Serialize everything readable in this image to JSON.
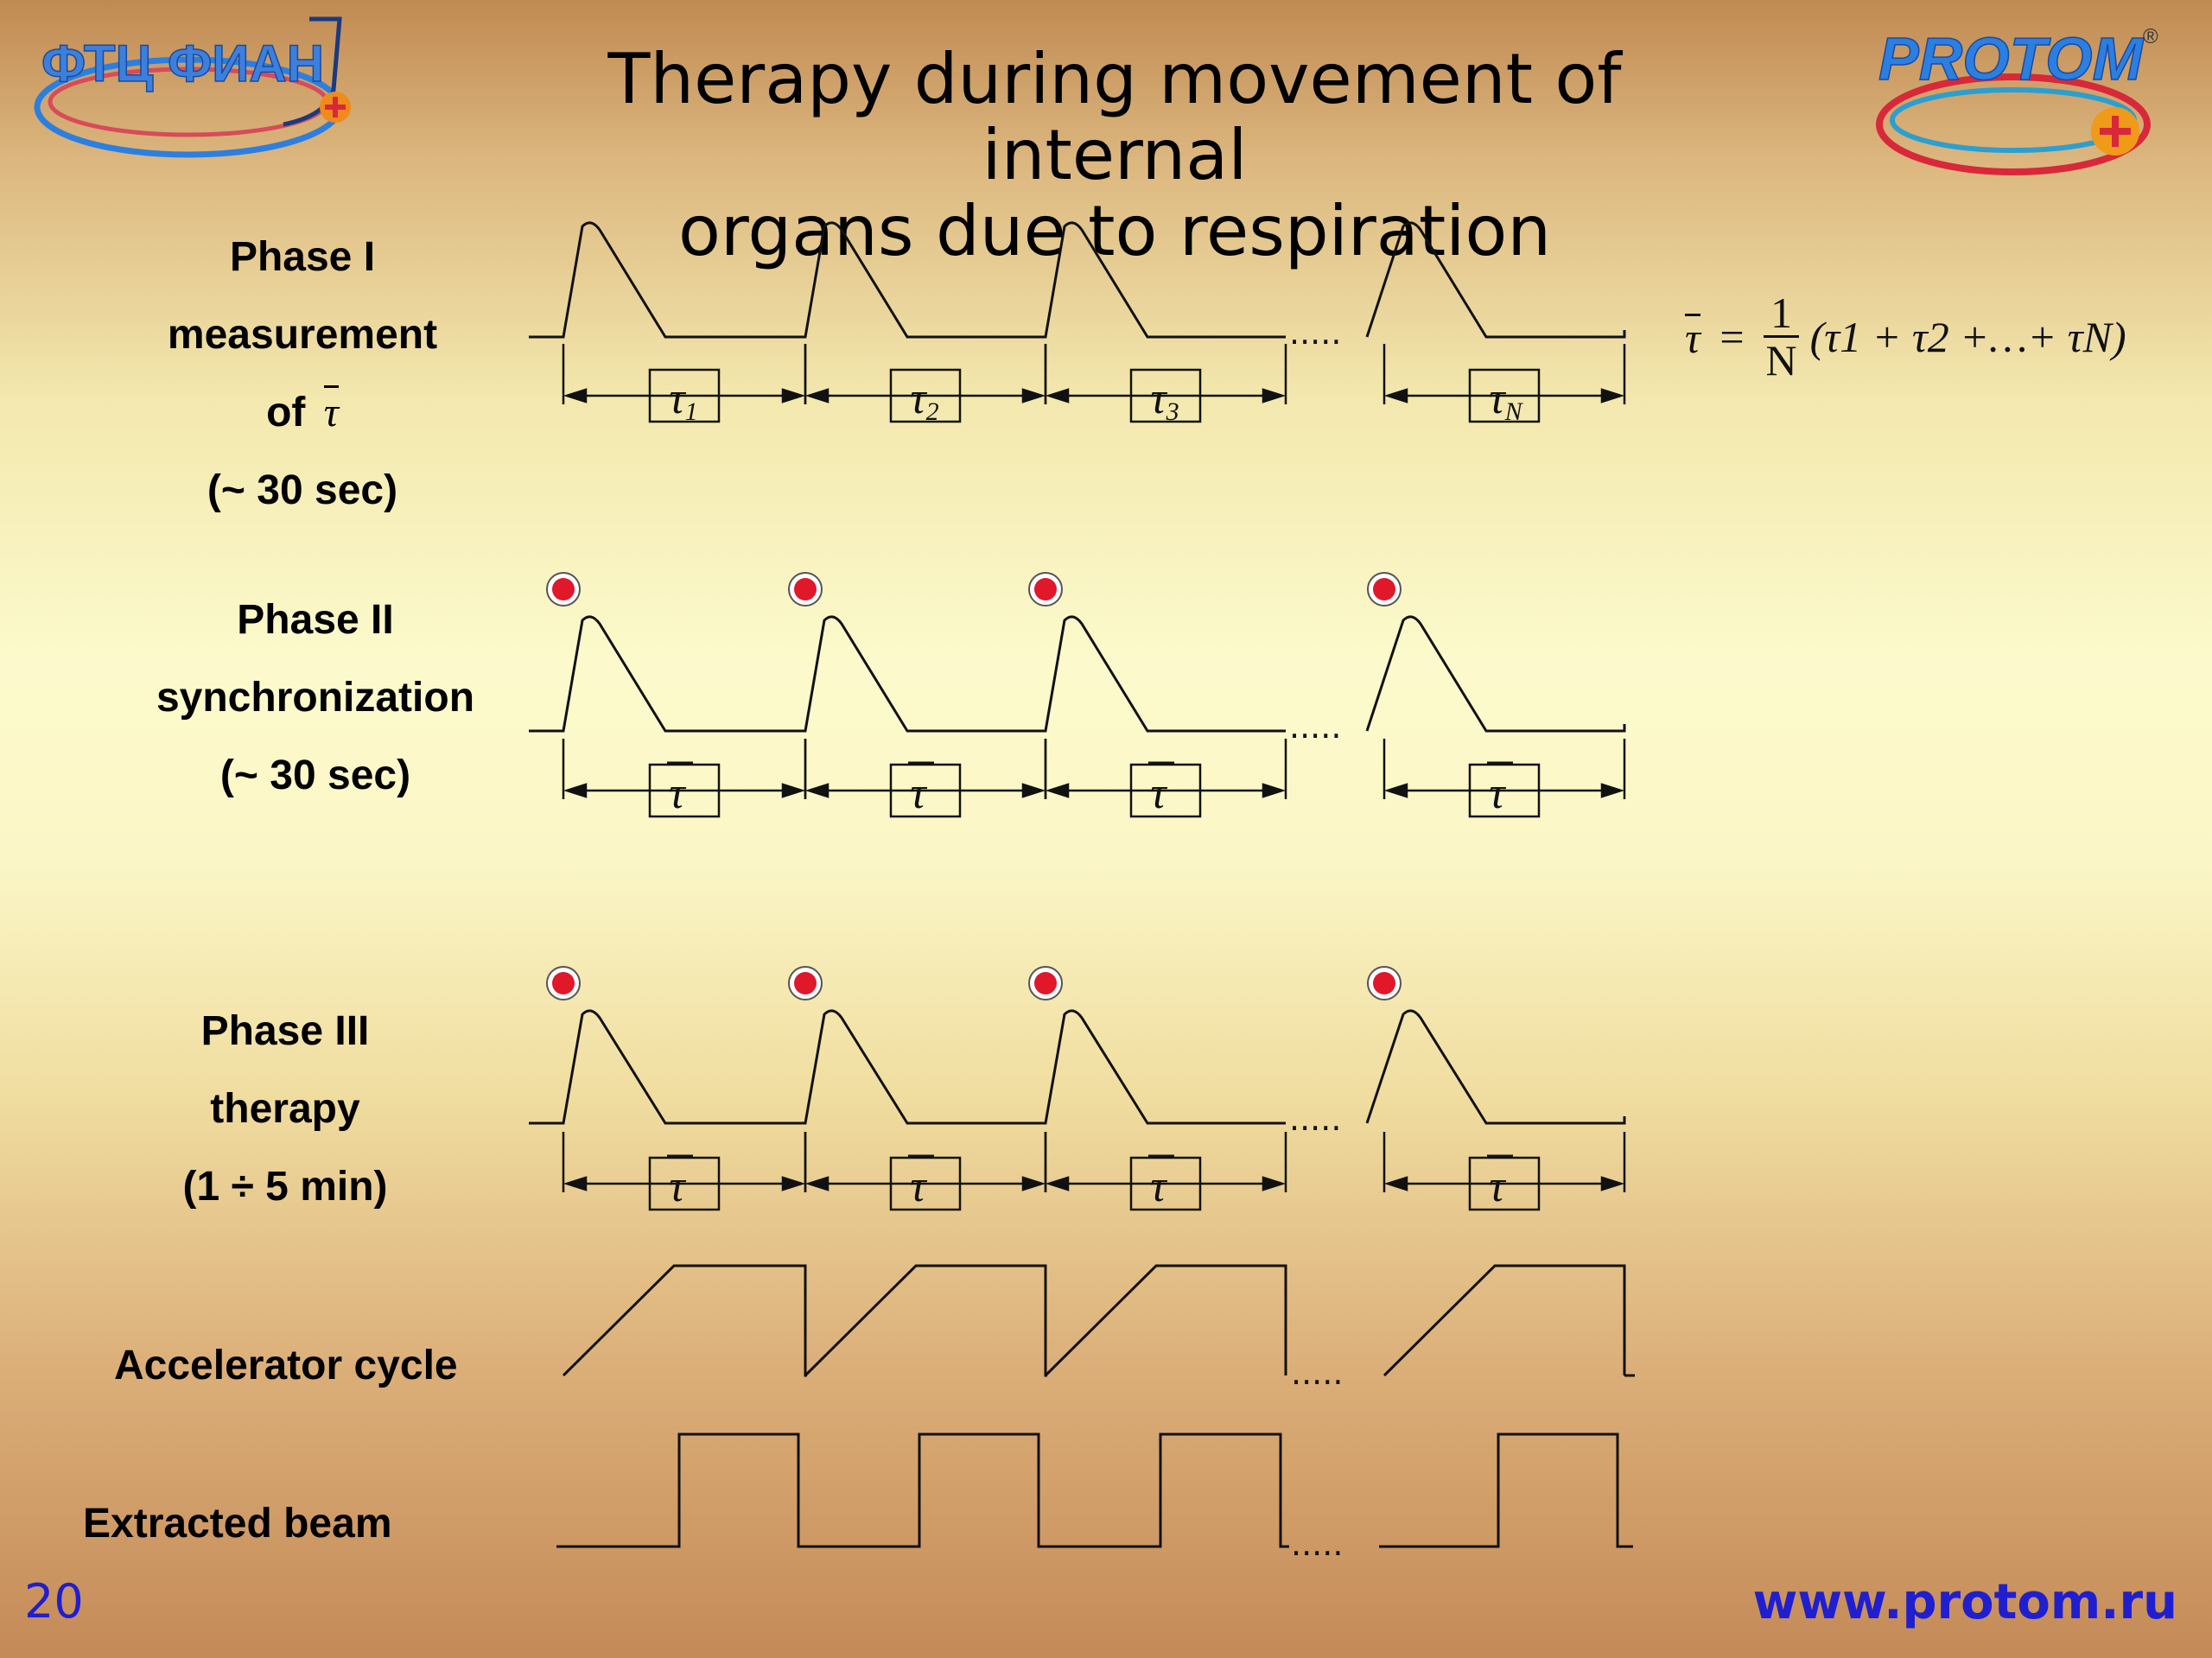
{
  "title": {
    "line1": "Therapy during movement of internal",
    "line2": "organs due to respiration"
  },
  "logos": {
    "left_text": "ФТЦ ФИАН",
    "right_text": "PROTOM",
    "right_mark": "®"
  },
  "phase1": {
    "name": "Phase I",
    "line2": "measurement",
    "line3_prefix": "of",
    "line3_symbol": "τ",
    "duration": "(~ 30 sec)",
    "interval_labels": [
      "τ1",
      "τ2",
      "τ3",
      "τN"
    ],
    "formula": {
      "lhs": "τ",
      "equals": "=",
      "numerator": "1",
      "denominator": "N",
      "rhs": "(τ1 + τ2 +…+ τN)"
    }
  },
  "phase2": {
    "name": "Phase II",
    "line2": "synchronization",
    "duration": "(~ 30 sec)",
    "interval_label": "τ"
  },
  "phase3": {
    "name": "Phase III",
    "line2": "therapy",
    "duration": "(1 ÷ 5 min)",
    "interval_label": "τ"
  },
  "accelerator": {
    "label": "Accelerator cycle"
  },
  "beam": {
    "label": "Extracted beam"
  },
  "ellipsis": ".....",
  "footer": {
    "slide_number": "20",
    "url": "www.protom.ru"
  },
  "colors": {
    "trigger_dot": "#e0182a",
    "link_blue": "#1f1fd0",
    "logo_blue": "#3a7fd8",
    "logo_red": "#d8283a"
  }
}
